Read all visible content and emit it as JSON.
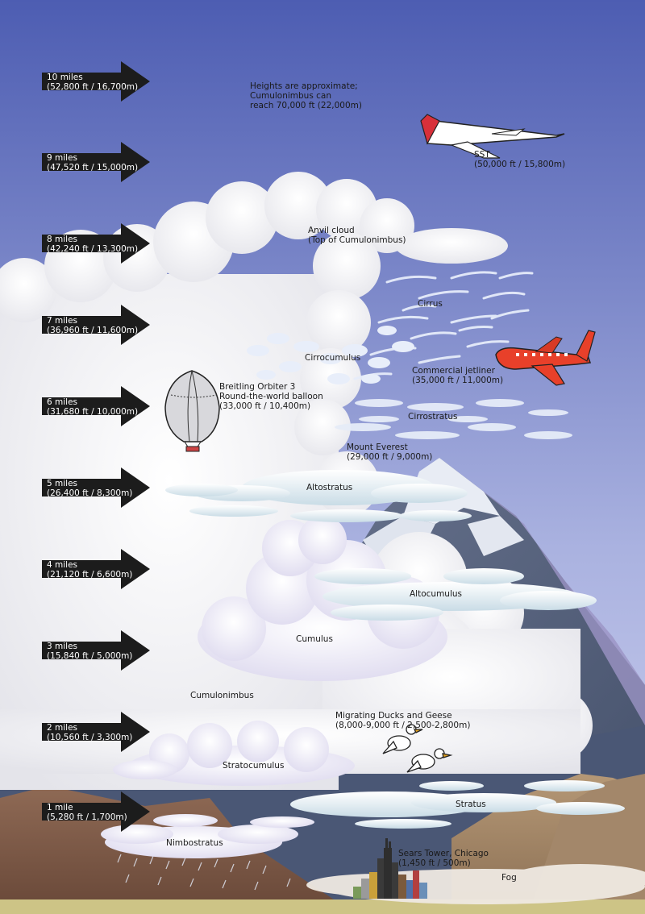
{
  "altitude_markers": [
    {
      "miles": "10 miles",
      "detail": "(52,800 ft / 16,700m)"
    },
    {
      "miles": "9 miles",
      "detail": "(47,520 ft / 15,000m)"
    },
    {
      "miles": "8 miles",
      "detail": "(42,240 ft / 13,300m)"
    },
    {
      "miles": "7 miles",
      "detail": "(36,960 ft / 11,600m)"
    },
    {
      "miles": "6 miles",
      "detail": "(31,680 ft / 10,000m)"
    },
    {
      "miles": "5 miles",
      "detail": "(26,400 ft / 8,300m)"
    },
    {
      "miles": "4 miles",
      "detail": "(21,120 ft / 6,600m)"
    },
    {
      "miles": "3 miles",
      "detail": "(15,840 ft / 5,000m)"
    },
    {
      "miles": "2 miles",
      "detail": "(10,560 ft / 3,300m)"
    },
    {
      "miles": "1 mile",
      "detail": "(5,280 ft / 1,700m)"
    }
  ],
  "note": {
    "line1": "Heights are approximate;",
    "line2": "Cumulonimbus can",
    "line3": "reach 70,000 ft (22,000m)"
  },
  "sst": {
    "name": "SST",
    "detail": "(50,000 ft / 15,800m)"
  },
  "anvil": {
    "name": "Anvil cloud",
    "detail": "(Top of Cumulonimbus)"
  },
  "cirrus": "Cirrus",
  "cirrocumulus": "Cirrocumulus",
  "jetliner": {
    "name": "Commercial jetliner",
    "detail": "(35,000 ft / 11,000m)"
  },
  "balloon": {
    "name": "Breitling Orbiter 3",
    "line2": "Round-the-world balloon",
    "detail": "(33,000 ft / 10,400m)"
  },
  "cirrostratus": "Cirrostratus",
  "everest": {
    "name": "Mount Everest",
    "detail": "(29,000 ft / 9,000m)"
  },
  "altostratus": "Altostratus",
  "altocumulus": "Altocumulus",
  "cumulus": "Cumulus",
  "cumulonimbus": "Cumulonimbus",
  "birds": {
    "name": "Migrating Ducks and Geese",
    "detail": "(8,000-9,000 ft  / 2,500-2,800m)"
  },
  "stratocumulus": "Stratocumulus",
  "stratus": "Stratus",
  "nimbostratus": "Nimbostratus",
  "sears": {
    "name": "Sears Tower, Chicago",
    "detail": "(1,450 ft  / 500m)"
  },
  "fog": "Fog",
  "colors": {
    "sky_top": "#5060b4",
    "sky_bottom": "#c4c8ec",
    "arrow": "#1c1c1c",
    "ground": "#cfc68a",
    "jet_body": "#e8402a"
  }
}
